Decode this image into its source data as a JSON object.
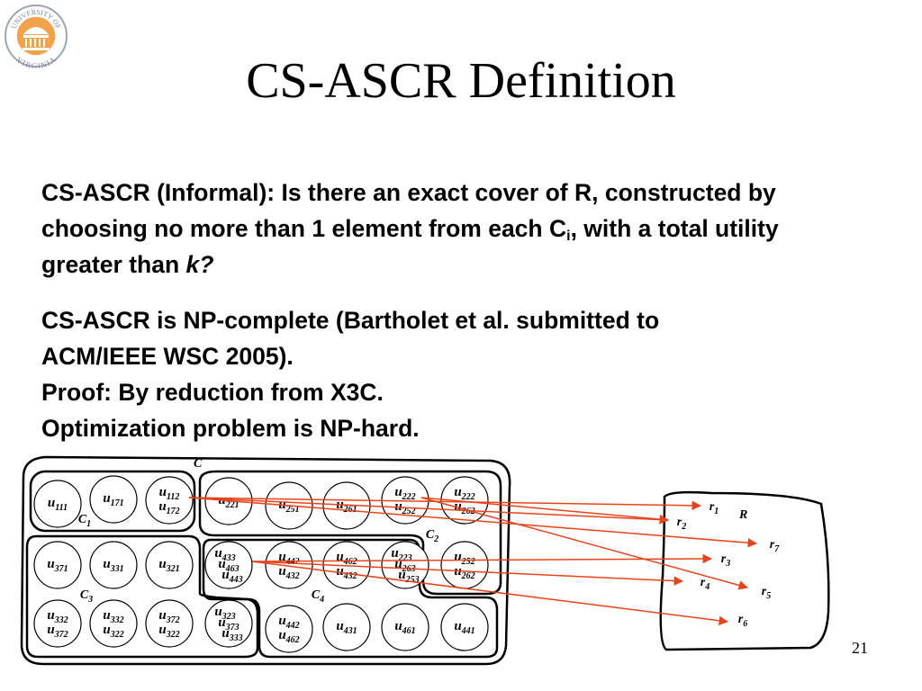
{
  "logo": {
    "top_text": "UNIVERSITY OF",
    "bottom_text": "VIRGINIA"
  },
  "title": "CS-ASCR Definition",
  "p1": {
    "pre": "CS-ASCR (Informal): Is there an exact cover of R, constructed by choosing no more than 1 element from each C",
    "sub": "i",
    "post": ", with a total utility greater than ",
    "k": "k?"
  },
  "p2": {
    "line1": "CS-ASCR is NP-complete (Bartholet et al. submitted to",
    "line2": "ACM/IEEE WSC 2005).",
    "line3": "Proof: By reduction from X3C.",
    "line4": "Optimization problem is NP-hard."
  },
  "page_number": "21",
  "diagram": {
    "outer_label": "C",
    "group_labels": [
      {
        "base": "C",
        "sub": "1"
      },
      {
        "base": "C",
        "sub": "2"
      },
      {
        "base": "C",
        "sub": "3"
      },
      {
        "base": "C",
        "sub": "4"
      }
    ],
    "nodes": [
      {
        "lines": [
          [
            "u",
            "111"
          ]
        ]
      },
      {
        "lines": [
          [
            "u",
            "171"
          ]
        ]
      },
      {
        "lines": [
          [
            "u",
            "112"
          ],
          [
            "u",
            "172"
          ]
        ]
      },
      {
        "lines": [
          [
            "u",
            "221"
          ]
        ]
      },
      {
        "lines": [
          [
            "u",
            "251"
          ]
        ]
      },
      {
        "lines": [
          [
            "u",
            "261"
          ]
        ]
      },
      {
        "lines": [
          [
            "u",
            "222"
          ],
          [
            "u",
            "252"
          ]
        ]
      },
      {
        "lines": [
          [
            "u",
            "222"
          ],
          [
            "u",
            "262"
          ]
        ]
      },
      {
        "lines": [
          [
            "u",
            "371"
          ]
        ]
      },
      {
        "lines": [
          [
            "u",
            "331"
          ]
        ]
      },
      {
        "lines": [
          [
            "u",
            "321"
          ]
        ]
      },
      {
        "lines": [
          [
            "u",
            "433"
          ],
          [
            "u",
            "463"
          ],
          [
            "u",
            "443"
          ]
        ]
      },
      {
        "lines": [
          [
            "u",
            "442"
          ],
          [
            "u",
            "432"
          ]
        ]
      },
      {
        "lines": [
          [
            "u",
            "462"
          ],
          [
            "u",
            "432"
          ]
        ]
      },
      {
        "lines": [
          [
            "u",
            "223"
          ],
          [
            "u",
            "263"
          ],
          [
            "u",
            "253"
          ]
        ]
      },
      {
        "lines": [
          [
            "u",
            "252"
          ],
          [
            "u",
            "262"
          ]
        ]
      },
      {
        "lines": [
          [
            "u",
            "332"
          ],
          [
            "u",
            "372"
          ]
        ]
      },
      {
        "lines": [
          [
            "u",
            "332"
          ],
          [
            "u",
            "322"
          ]
        ]
      },
      {
        "lines": [
          [
            "u",
            "372"
          ],
          [
            "u",
            "322"
          ]
        ]
      },
      {
        "lines": [
          [
            "u",
            "323"
          ],
          [
            "u",
            "373"
          ],
          [
            "u",
            "333"
          ]
        ]
      },
      {
        "lines": [
          [
            "u",
            "442"
          ],
          [
            "u",
            "462"
          ]
        ]
      },
      {
        "lines": [
          [
            "u",
            "431"
          ]
        ]
      },
      {
        "lines": [
          [
            "u",
            "461"
          ]
        ]
      },
      {
        "lines": [
          [
            "u",
            "441"
          ]
        ]
      }
    ],
    "set_label": "R",
    "r_elements": [
      {
        "base": "r",
        "sub": "1"
      },
      {
        "base": "r",
        "sub": "2"
      },
      {
        "base": "r",
        "sub": "7"
      },
      {
        "base": "r",
        "sub": "3"
      },
      {
        "base": "r",
        "sub": "4"
      },
      {
        "base": "r",
        "sub": "5"
      },
      {
        "base": "r",
        "sub": "6"
      }
    ],
    "arrow_color": "#e8441a"
  }
}
